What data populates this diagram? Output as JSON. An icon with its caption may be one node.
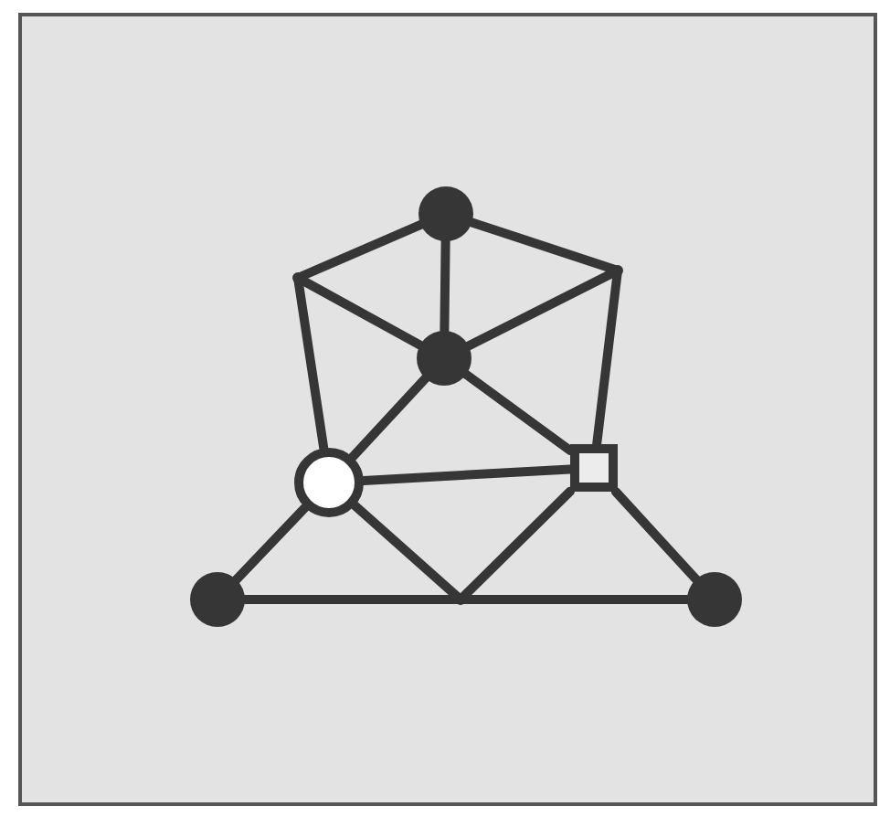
{
  "diagram": {
    "nodes": [
      {
        "text": [],
        "shape": "circle"
      },
      {
        "text": [],
        "shape": "point"
      },
      {
        "text": [],
        "shape": "point"
      },
      {
        "text": [],
        "shape": "circle"
      },
      {
        "text": [],
        "shape": "ring"
      },
      {
        "text": [],
        "shape": "box"
      },
      {
        "text": [],
        "shape": "circle"
      },
      {
        "text": [],
        "shape": "point"
      },
      {
        "text": [],
        "shape": "circle"
      }
    ],
    "edges": [
      {
        "from": 0,
        "to": 1,
        "arrow": "none"
      },
      {
        "from": 0,
        "to": 2,
        "arrow": "none"
      },
      {
        "from": 0,
        "to": 3,
        "arrow": "none"
      },
      {
        "from": 1,
        "to": 3,
        "arrow": "none"
      },
      {
        "from": 2,
        "to": 3,
        "arrow": "none"
      },
      {
        "from": 1,
        "to": 4,
        "arrow": "none"
      },
      {
        "from": 2,
        "to": 5,
        "arrow": "none"
      },
      {
        "from": 3,
        "to": 4,
        "arrow": "none"
      },
      {
        "from": 3,
        "to": 5,
        "arrow": "none"
      },
      {
        "from": 4,
        "to": 5,
        "arrow": "none"
      },
      {
        "from": 4,
        "to": 6,
        "arrow": "none"
      },
      {
        "from": 4,
        "to": 7,
        "arrow": "none"
      },
      {
        "from": 5,
        "to": 7,
        "arrow": "none"
      },
      {
        "from": 5,
        "to": 8,
        "arrow": "none"
      },
      {
        "from": 6,
        "to": 7,
        "arrow": "none"
      },
      {
        "from": 7,
        "to": 8,
        "arrow": "none"
      }
    ]
  }
}
